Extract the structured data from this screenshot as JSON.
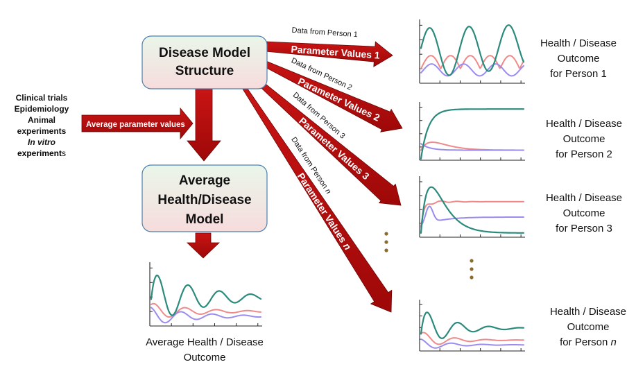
{
  "boxes": {
    "disease_model": [
      "Disease Model",
      "Structure"
    ],
    "average_model": [
      "Average",
      "Health/Disease",
      "Model"
    ]
  },
  "sources": {
    "line1": "Clinical trials",
    "line2": "Epidemiology",
    "line3": "Animal",
    "line4": "experiments",
    "line5_italic": "In vitro",
    "line6_bold": "experiment",
    "line6_rest": "s"
  },
  "average_arrow_label": "Average parameter values",
  "person_arrows": [
    {
      "data": "Data from Person 1",
      "params": "Parameter Values 1"
    },
    {
      "data": "Data from Person 2",
      "params": "Parameter Values 2"
    },
    {
      "data": "Data from Person 3",
      "params": "Parameter Values 3"
    },
    {
      "data_prefix": "Data from Person ",
      "data_n": "n",
      "params_prefix": "Parameter Values ",
      "params_n": "n"
    }
  ],
  "outcomes": [
    {
      "line1": "Health / Disease",
      "line2": "Outcome",
      "line3": "for Person 1"
    },
    {
      "line1": "Health / Disease",
      "line2": "Outcome",
      "line3": "for Person 2"
    },
    {
      "line1": "Health / Disease",
      "line2": "Outcome",
      "line3": "for Person 3"
    },
    {
      "line1": "Health / Disease",
      "line2": "Outcome",
      "line3_prefix": "for Person ",
      "line3_n": "n"
    }
  ],
  "average_outcome": {
    "line1": "Average Health / Disease",
    "line2": "Outcome"
  },
  "colors": {
    "arrow_red": "#b90c0c",
    "arrow_dark": "#7a0606",
    "box_border": "#4a7fb0",
    "box_fill_top": "#e9f5e8",
    "box_fill_bottom": "#f6dede",
    "teal": "#2a8a7c",
    "pink": "#ee8a8a",
    "lavender": "#9a8cef",
    "dots": "#8a6d2e"
  },
  "chart_data": [
    {
      "type": "line",
      "panel": "Person 1",
      "series_shapes": [
        "oscillating-large",
        "oscillating-medium",
        "oscillating-small"
      ]
    },
    {
      "type": "line",
      "panel": "Person 2",
      "series_shapes": [
        "rise-plateau",
        "peak-settle",
        "low-flat"
      ]
    },
    {
      "type": "line",
      "panel": "Person 3",
      "series_shapes": [
        "tall-peak-decay",
        "peak-plateau",
        "dip-recover"
      ]
    },
    {
      "type": "line",
      "panel": "Person n",
      "series_shapes": [
        "damped-oscillation",
        "damped-low",
        "damped-small"
      ]
    },
    {
      "type": "line",
      "panel": "Average",
      "series_shapes": [
        "damped-oscillation",
        "damped-low",
        "damped-small"
      ]
    }
  ]
}
